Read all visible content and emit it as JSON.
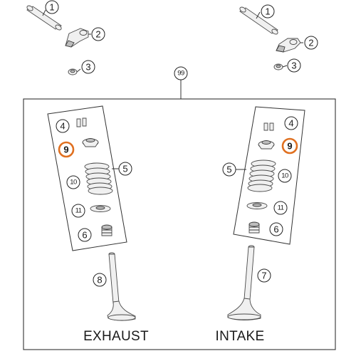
{
  "colors": {
    "highlight": "#e07020",
    "outline": "#333333",
    "part_fill": "#f0f0f0"
  },
  "callouts": {
    "c1_left": "1",
    "c2_left": "2",
    "c3_left": "3",
    "c1_right": "1",
    "c2_right": "2",
    "c3_right": "3",
    "c99": "99",
    "c4_left": "4",
    "c9_left": "9",
    "c5_left": "5",
    "c10_left": "10",
    "c11_left": "11",
    "c6_left": "6",
    "c4_right": "4",
    "c9_right": "9",
    "c5_right": "5",
    "c10_right": "10",
    "c11_right": "11",
    "c6_right": "6",
    "c8": "8",
    "c7": "7"
  },
  "labels": {
    "exhaust": "EXHAUST",
    "intake": "INTAKE"
  }
}
